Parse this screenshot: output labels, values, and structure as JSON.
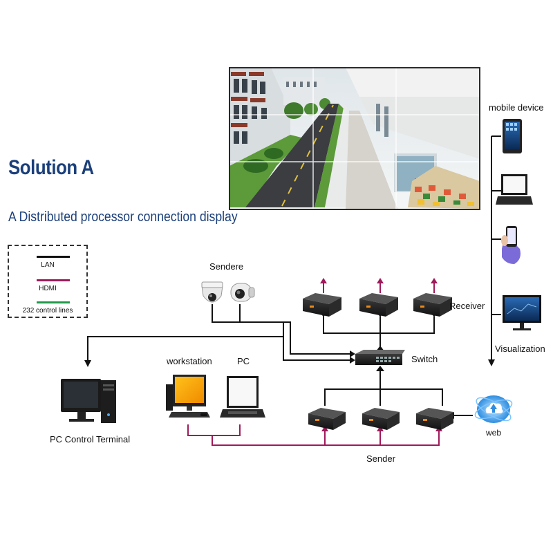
{
  "title": "Solution A",
  "subtitle": "A Distributed processor connection display",
  "legend": {
    "items": [
      {
        "label": "LAN",
        "color": "#111111"
      },
      {
        "label": "HDMI",
        "color": "#a0195a"
      },
      {
        "label": "232 control lines",
        "color": "#1e9a48"
      }
    ]
  },
  "labels": {
    "sendere": "Sendere",
    "receiver": "Receiver",
    "switch": "Switch",
    "workstation": "workstation",
    "pc": "PC",
    "pc_control_terminal": "PC Control Terminal",
    "sender": "Sender",
    "web": "web",
    "mobile_device": "mobile device",
    "visualization": "Visualization"
  },
  "colors": {
    "title": "#1b3f7a",
    "lan": "#111111",
    "hdmi": "#a0195a"
  }
}
